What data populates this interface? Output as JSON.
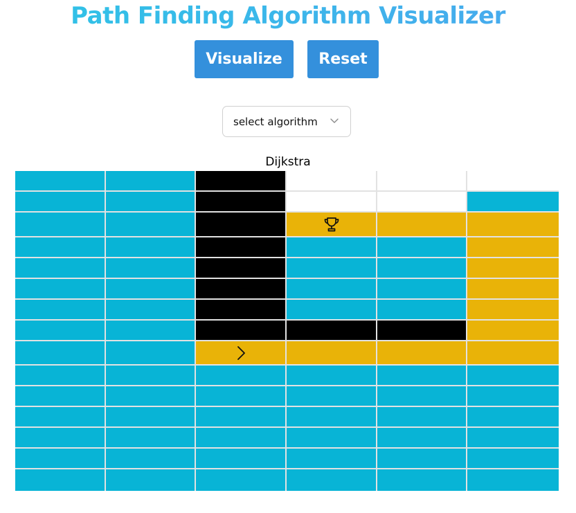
{
  "header": {
    "title": "Path Finding Algorithm Visualizer"
  },
  "toolbar": {
    "visualize_label": "Visualize",
    "reset_label": "Reset",
    "algorithm_select": {
      "selected": "select algorithm",
      "icon": "chevron-down-icon"
    }
  },
  "grid": {
    "algorithm_label": "Dijkstra",
    "columns": 6,
    "rows": 15,
    "legend": {
      "U": "unvisited",
      "W": "wall",
      "P": "path",
      "E": "empty"
    },
    "colors": {
      "unvisited": "#08b4d6",
      "wall": "#000000",
      "path": "#e9b308",
      "empty": "#ffffff",
      "grid_line": "#e2e2e2"
    },
    "cells": [
      [
        "U",
        "U",
        "W",
        "E",
        "E",
        "E"
      ],
      [
        "U",
        "U",
        "W",
        "E",
        "E",
        "U"
      ],
      [
        "U",
        "U",
        "W",
        "P",
        "P",
        "P"
      ],
      [
        "U",
        "U",
        "W",
        "U",
        "U",
        "P"
      ],
      [
        "U",
        "U",
        "W",
        "U",
        "U",
        "P"
      ],
      [
        "U",
        "U",
        "W",
        "U",
        "U",
        "P"
      ],
      [
        "U",
        "U",
        "W",
        "U",
        "U",
        "P"
      ],
      [
        "U",
        "U",
        "W",
        "W",
        "W",
        "P"
      ],
      [
        "U",
        "U",
        "P",
        "P",
        "P",
        "P"
      ],
      [
        "U",
        "U",
        "U",
        "U",
        "U",
        "U"
      ],
      [
        "U",
        "U",
        "U",
        "U",
        "U",
        "U"
      ],
      [
        "U",
        "U",
        "U",
        "U",
        "U",
        "U"
      ],
      [
        "U",
        "U",
        "U",
        "U",
        "U",
        "U"
      ],
      [
        "U",
        "U",
        "U",
        "U",
        "U",
        "U"
      ],
      [
        "U",
        "U",
        "U",
        "U",
        "U",
        "U"
      ]
    ],
    "start_node": {
      "row": 8,
      "col": 2,
      "icon": "chevron-right-icon"
    },
    "target_node": {
      "row": 2,
      "col": 3,
      "icon": "trophy-icon"
    }
  }
}
